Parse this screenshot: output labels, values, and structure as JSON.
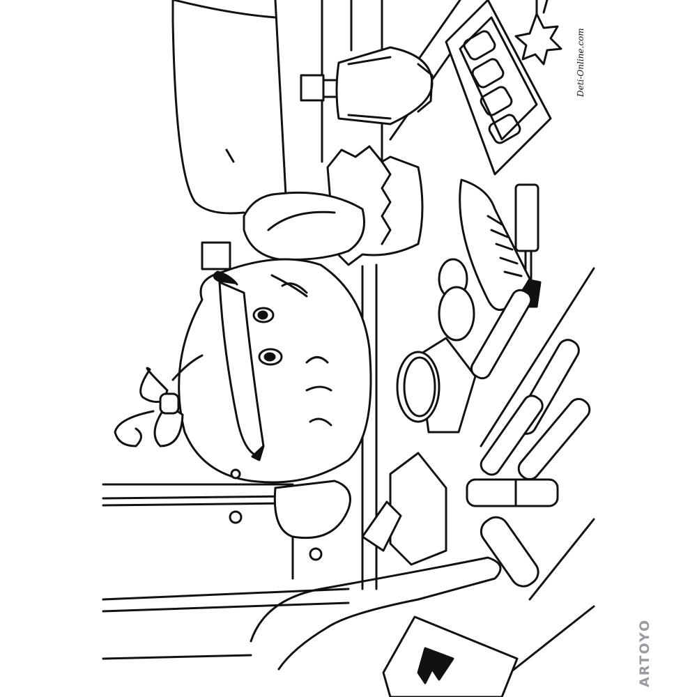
{
  "watermark": {
    "site": "Deti-Online.com",
    "brand": "ARTOYO"
  },
  "colors": {
    "line": "#111111",
    "fill": "#ffffff",
    "brand_grey": "#9a9aa0"
  },
  "illustration": {
    "objects": [
      "character-head",
      "bow-icon",
      "perfume-bottle",
      "powder-puff",
      "eyeshadow-palette",
      "mascara",
      "comb",
      "lipsticks",
      "compact-powder",
      "cream-jar",
      "tissue-box",
      "magazine"
    ],
    "magazine_letter": "M"
  }
}
